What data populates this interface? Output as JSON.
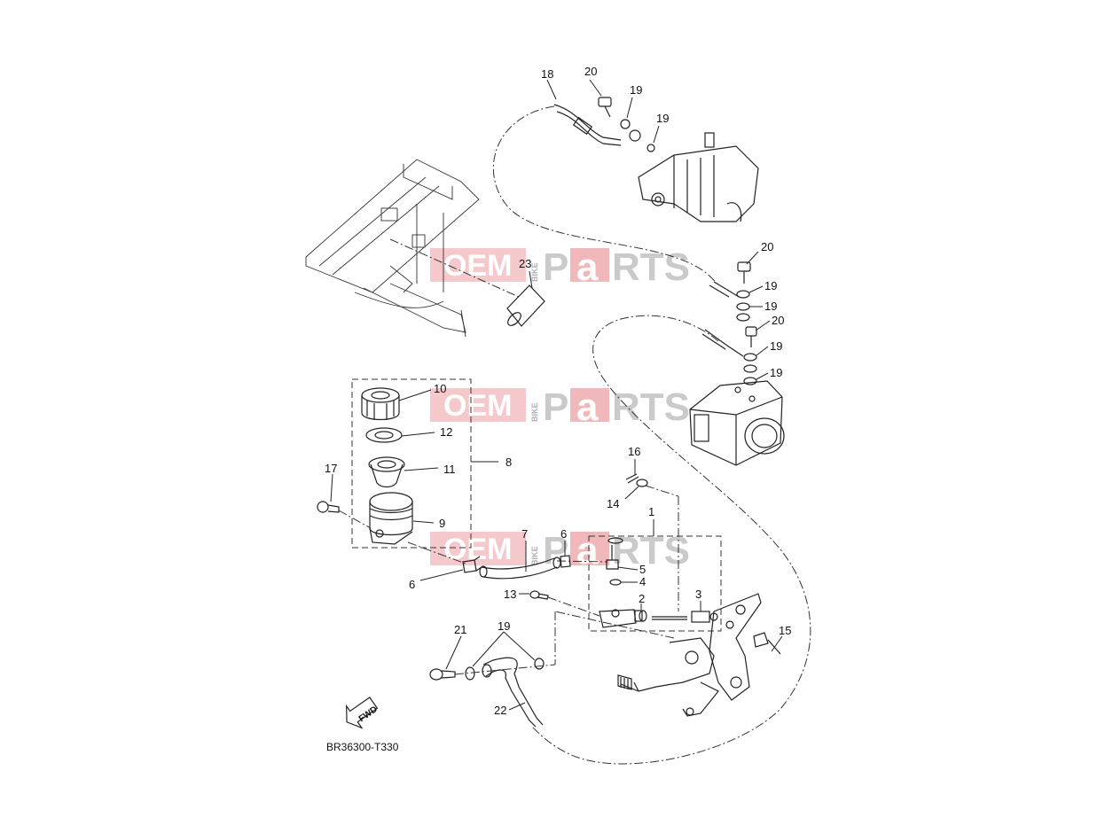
{
  "diagram": {
    "code": "BR36300-T330",
    "fwd_label": "FWD",
    "watermark": {
      "oem": "OEM",
      "bike": "BIKE",
      "p": "P",
      "a": "a",
      "rts": "RTS"
    },
    "callouts": [
      {
        "id": "c18",
        "label": "18"
      },
      {
        "id": "c20a",
        "label": "20"
      },
      {
        "id": "c19a",
        "label": "19"
      },
      {
        "id": "c19b",
        "label": "19"
      },
      {
        "id": "c20b",
        "label": "20"
      },
      {
        "id": "c19c",
        "label": "19"
      },
      {
        "id": "c19d",
        "label": "19"
      },
      {
        "id": "c20c",
        "label": "20"
      },
      {
        "id": "c19e",
        "label": "19"
      },
      {
        "id": "c19f",
        "label": "19"
      },
      {
        "id": "c23",
        "label": "23"
      },
      {
        "id": "c10",
        "label": "10"
      },
      {
        "id": "c12",
        "label": "12"
      },
      {
        "id": "c11",
        "label": "11"
      },
      {
        "id": "c8",
        "label": "8"
      },
      {
        "id": "c17",
        "label": "17"
      },
      {
        "id": "c9",
        "label": "9"
      },
      {
        "id": "c16",
        "label": "16"
      },
      {
        "id": "c14",
        "label": "14"
      },
      {
        "id": "c1",
        "label": "1"
      },
      {
        "id": "c7",
        "label": "7"
      },
      {
        "id": "c6a",
        "label": "6"
      },
      {
        "id": "c5",
        "label": "5"
      },
      {
        "id": "c6b",
        "label": "6"
      },
      {
        "id": "c4",
        "label": "4"
      },
      {
        "id": "c13",
        "label": "13"
      },
      {
        "id": "c2",
        "label": "2"
      },
      {
        "id": "c3",
        "label": "3"
      },
      {
        "id": "c15",
        "label": "15"
      },
      {
        "id": "c21",
        "label": "21"
      },
      {
        "id": "c19g",
        "label": "19"
      },
      {
        "id": "c22",
        "label": "22"
      }
    ]
  }
}
